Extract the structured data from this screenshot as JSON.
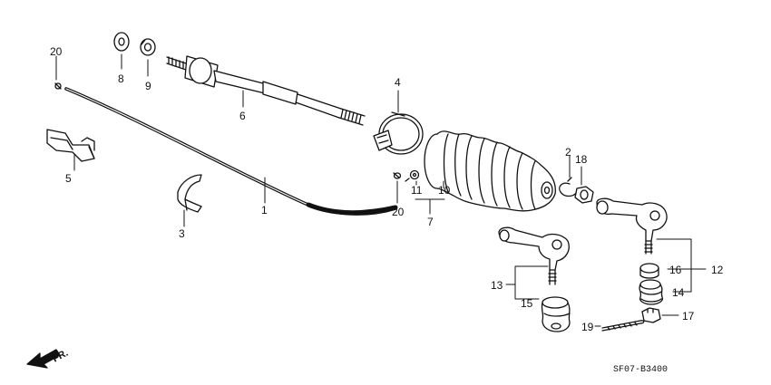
{
  "diagram": {
    "figure_code": "SF07-B3400",
    "direction_label": "FR.",
    "callouts": [
      {
        "id": "c1",
        "text": "1"
      },
      {
        "id": "c2",
        "text": "2"
      },
      {
        "id": "c3",
        "text": "3"
      },
      {
        "id": "c4",
        "text": "4"
      },
      {
        "id": "c5",
        "text": "5"
      },
      {
        "id": "c6",
        "text": "6"
      },
      {
        "id": "c7",
        "text": "7"
      },
      {
        "id": "c8",
        "text": "8"
      },
      {
        "id": "c9",
        "text": "9"
      },
      {
        "id": "c10",
        "text": "10"
      },
      {
        "id": "c11",
        "text": "11"
      },
      {
        "id": "c12",
        "text": "12"
      },
      {
        "id": "c13",
        "text": "13"
      },
      {
        "id": "c14",
        "text": "14"
      },
      {
        "id": "c15",
        "text": "15"
      },
      {
        "id": "c16",
        "text": "16"
      },
      {
        "id": "c17",
        "text": "17"
      },
      {
        "id": "c18",
        "text": "18"
      },
      {
        "id": "c19",
        "text": "19"
      },
      {
        "id": "c20a",
        "text": "20"
      },
      {
        "id": "c20b",
        "text": "20"
      }
    ]
  }
}
